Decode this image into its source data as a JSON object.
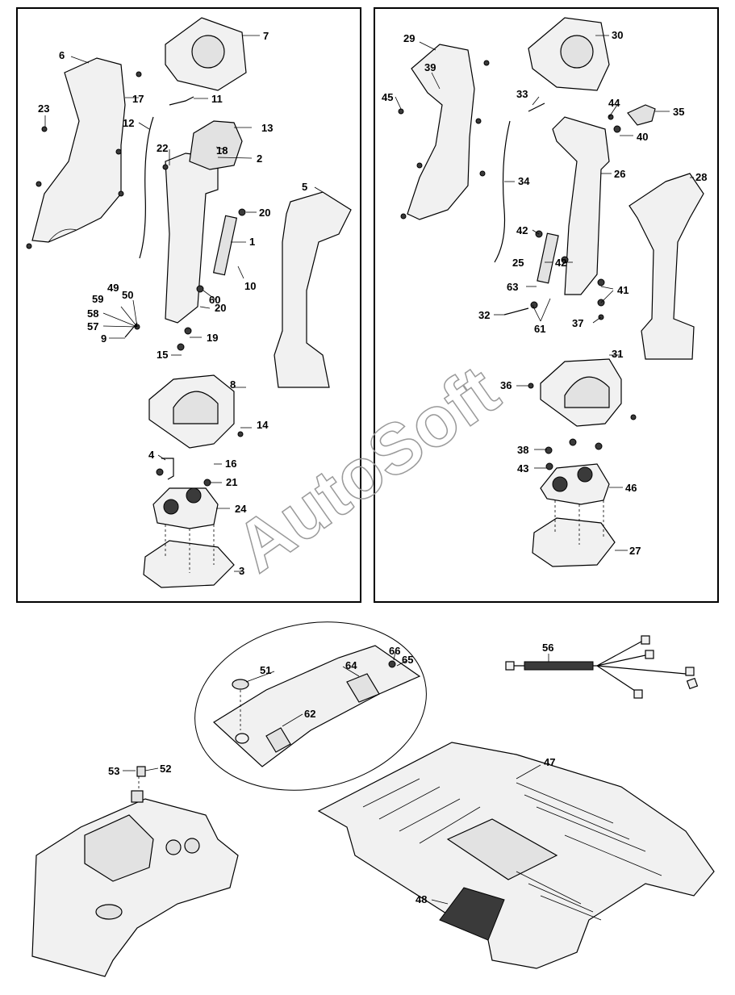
{
  "watermark": "AutoSoft",
  "labels": {
    "l1": "1",
    "l2": "2",
    "l3": "3",
    "l4": "4",
    "l5": "5",
    "l6": "6",
    "l7": "7",
    "l8": "8",
    "l9": "9",
    "l10": "10",
    "l11": "11",
    "l12": "12",
    "l13": "13",
    "l14": "14",
    "l15": "15",
    "l16": "16",
    "l17": "17",
    "l18": "18",
    "l19": "19",
    "l20a": "20",
    "l20b": "20",
    "l21": "21",
    "l22": "22",
    "l23": "23",
    "l24": "24",
    "l25": "25",
    "l26": "26",
    "l27": "27",
    "l28": "28",
    "l29": "29",
    "l30": "30",
    "l31": "31",
    "l32": "32",
    "l33": "33",
    "l34": "34",
    "l35": "35",
    "l36": "36",
    "l37": "37",
    "l38": "38",
    "l39": "39",
    "l40": "40",
    "l41": "41",
    "l42a": "42",
    "l42b": "42",
    "l43": "43",
    "l44": "44",
    "l45": "45",
    "l46": "46",
    "l47": "47",
    "l48": "48",
    "l49": "49",
    "l50": "50",
    "l51": "51",
    "l52": "52",
    "l53": "53",
    "l56": "56",
    "l57": "57",
    "l58": "58",
    "l59": "59",
    "l60": "60",
    "l61": "61",
    "l62": "62",
    "l63": "63",
    "l64": "64",
    "l65": "65",
    "l66": "66"
  }
}
